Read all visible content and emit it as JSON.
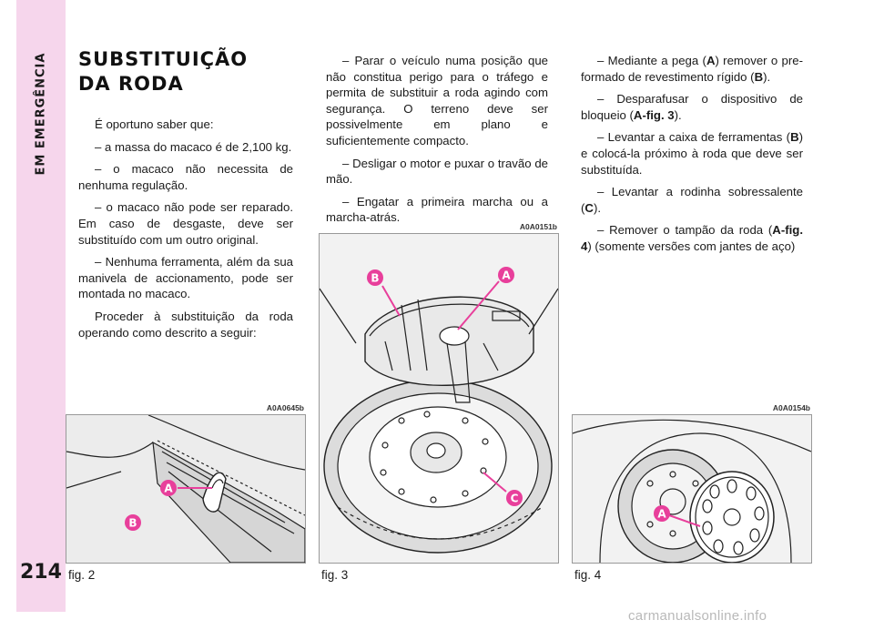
{
  "sidebar": {
    "section_label": "EM EMERGÊNCIA",
    "page_number": "214"
  },
  "title": {
    "line1": "SUBSTITUIÇÃO",
    "line2": "DA RODA"
  },
  "column1": {
    "p1": "É oportuno saber que:",
    "p2": "– a massa do macaco é de 2,100 kg.",
    "p3": "– o macaco não necessita de nenhuma regulação.",
    "p4": "– o macaco não pode ser reparado. Em caso de desgaste, deve ser substituído com um outro original.",
    "p5": "– Nenhuma ferramenta, além da sua manivela de accionamento, pode ser montada no macaco.",
    "p6": "Proceder à substituição da roda operando como descrito a seguir:"
  },
  "column2": {
    "p1": "– Parar o veículo numa posição que não constitua perigo para o tráfego e permita de substituir a roda agindo com segurança. O terreno deve ser possivelmente em plano e suficientemente compacto.",
    "p2": "– Desligar o motor e puxar o travão de mão.",
    "p3": "– Engatar a primeira marcha ou a marcha-atrás."
  },
  "column3": {
    "p1_a": "– Mediante a pega (",
    "p1_b": "A",
    "p1_c": ") remover o pre-formado de revestimento rígido (",
    "p1_d": "B",
    "p1_e": ").",
    "p2_a": "– Desparafusar o dispositivo de bloqueio (",
    "p2_b": "A-fig. 3",
    "p2_c": ").",
    "p3_a": "– Levantar a caixa de ferramentas (",
    "p3_b": "B",
    "p3_c": ") e colocá-la próximo à roda que deve ser substituída.",
    "p4_a": "– Levantar a rodinha sobressalente (",
    "p4_b": "C",
    "p4_c": ").",
    "p5_a": "– Remover o tampão da roda (",
    "p5_b": "A-fig. 4",
    "p5_c": ") (somente versões com jantes de aço)"
  },
  "figures": {
    "fig2": {
      "code": "A0A0645b",
      "caption": "fig. 2",
      "callouts": [
        "A",
        "B"
      ]
    },
    "fig3": {
      "code": "A0A0151b",
      "caption": "fig. 3",
      "callouts": [
        "B",
        "A",
        "C"
      ]
    },
    "fig4": {
      "code": "A0A0154b",
      "caption": "fig. 4",
      "callouts": [
        "A"
      ]
    }
  },
  "watermark": "carmanualsonline.info",
  "colors": {
    "sidebar_bg": "#f6d6ec",
    "callout": "#e83f9b"
  }
}
